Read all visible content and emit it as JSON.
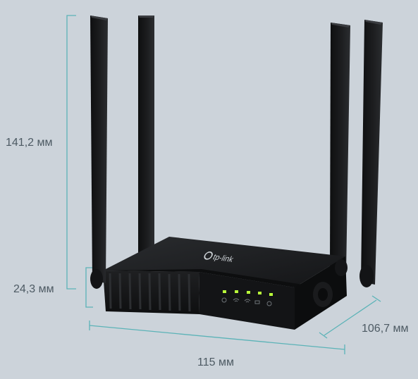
{
  "product": {
    "brand_logo_text": "tp-link",
    "accent_color": "#5bb3b7",
    "led_color": "#b9ff3a",
    "body_color": "#1b1c1e"
  },
  "dimensions": {
    "total_height": "141,2 мм",
    "body_height": "24,3 мм",
    "depth": "106,7 мм",
    "width": "115 мм"
  }
}
